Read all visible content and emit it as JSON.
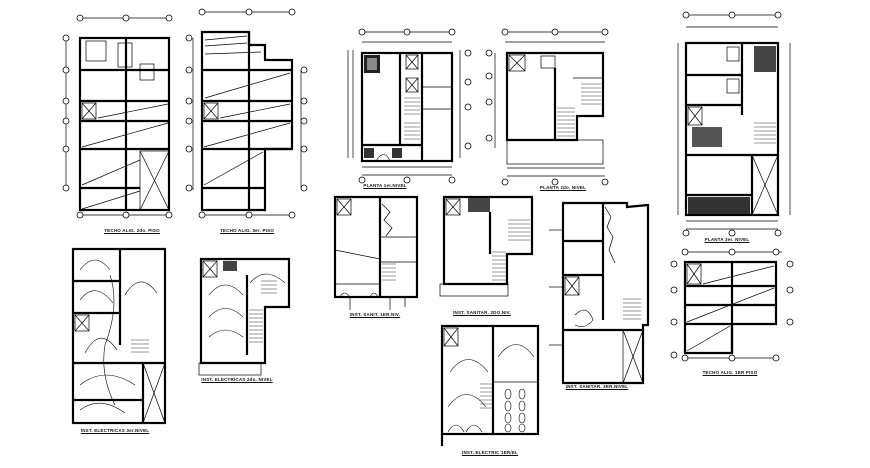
{
  "sheet": {
    "type": "architectural-cad-sheet",
    "background": "#ffffff",
    "line_color": "#000000"
  },
  "drawings": [
    {
      "id": "techo-aligerado-2do-piso",
      "label": "TECHO  ALIG.  2do.  PISO",
      "kind": "roof-slab-plan"
    },
    {
      "id": "techo-aligerado-3er-piso",
      "label": "TECHO  ALIG.  3er.  PISO",
      "kind": "roof-slab-plan"
    },
    {
      "id": "planta-1er-nivel",
      "label": "PLANTA  1er.NIVEL",
      "kind": "floor-plan"
    },
    {
      "id": "planta-2do-nivel",
      "label": "PLANTA 2do. NIVEL",
      "kind": "floor-plan"
    },
    {
      "id": "planta-3er-nivel",
      "label": "PLANTA 3er. NIVEL",
      "kind": "floor-plan"
    },
    {
      "id": "inst-sanitarias-1er-nivel",
      "label": "INST.  SANIT.  1ER.NIV.",
      "kind": "sanitary-installations"
    },
    {
      "id": "inst-sanitarias-2do-nivel",
      "label": "INST.  SANITAR. 2DO.NIV.",
      "kind": "sanitary-installations"
    },
    {
      "id": "inst-sanitarias-3er-nivel",
      "label": "INST.  SANITAR. 3ER.NIVEL",
      "kind": "sanitary-installations"
    },
    {
      "id": "techo-aligerado-1er-piso",
      "label": "TECHO  ALIG.  1ER  PISO",
      "kind": "roof-slab-plan"
    },
    {
      "id": "inst-electricas-3er-nivel",
      "label": "INST.  ELECTRICAS 3er.NIVEL",
      "kind": "electrical-installations"
    },
    {
      "id": "inst-electricas-2do-nivel",
      "label": "INST.  ELECTRICAS  2do. NIVEL",
      "kind": "electrical-installations"
    },
    {
      "id": "inst-electricas-1er-nivel",
      "label": "INST.  ELECTRIC  1ER/EL",
      "kind": "electrical-installations"
    }
  ]
}
